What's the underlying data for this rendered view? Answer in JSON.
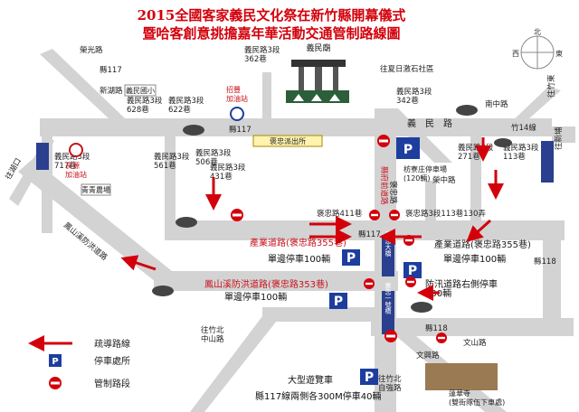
{
  "title": {
    "line1": "2015全國客家義民文化祭在新竹縣開幕儀式",
    "line2": "暨哈客創意挑擔嘉年華活動交通管制路線圖"
  },
  "compass": {
    "north": "北",
    "west": "西",
    "east": "東"
  },
  "roads": {
    "rongguang": "榮光路",
    "xian117_nw": "縣117",
    "xinhu": "新湖路",
    "yimin_3_628": "義民路3段\n628巷",
    "yimin_3_622": "義民路3段\n622巷",
    "yimin_3_362": "義民路3段\n362巷",
    "yimin_3_342": "義民路3段\n342巷",
    "yimin_3_506": "義民路3段\n506巷",
    "yimin_3_431": "義民路3段\n431巷",
    "yimin_3_561": "義民路3段\n561巷",
    "yimin_3_717": "義民路3段\n717巷",
    "yimin_3_271": "義民路3段\n271巷",
    "yimin_3_113": "義民路3段\n113巷",
    "yimin_road": "義　民　路",
    "xian117_mid": "縣117",
    "zhu14": "竹14線",
    "nanyang": "南中路",
    "rongzhong": "榮中路",
    "baozhong_411": "褒忠路411巷",
    "baozhong_113_130": "褒忠路3段113巷130弄",
    "xian117_c": "縣117",
    "chanye_w": "產業道路(褒忠路355巷)",
    "chanye_e": "產業道路(褒忠路355巷)",
    "fengshan": "鳳山溪防洪道路",
    "fengshan_353": "鳳山溪防洪道路(褒忠路353巷)",
    "xian118_e": "縣118",
    "xian118_s": "縣118",
    "wenshan": "文山路",
    "wenxing": "文興路",
    "zhongbei": "往竹北\n中山路",
    "hukou": "往湖口",
    "zhudong": "往竹東",
    "zhonghua": "往竹北\n自強路",
    "xinpu": "往新埔",
    "sanxing_ed": "往夏日激石社區",
    "baozhong_bridge": "褒忠大橋",
    "baozhong_yihao": "褒忠一號橋",
    "baozhong_ave": "褒忠路",
    "yimin_river_road": "縣府前道路",
    "baozhong_vert": "褒忠路"
  },
  "places": {
    "yimin_temple_sign": "義民廟",
    "yimin_elem": "義民國小",
    "changyuan": "長源\n加油站",
    "zhaoxiang": "招豐\n加油站",
    "pick_station": "褒忠派出所",
    "fangzheng_lot": "枋寮庄停車場\n(120輛)",
    "dapo_market": "蓮華寺\n(雙街隊伍下車處)",
    "yimin_temple_top": "義民廟",
    "qingqing": "青青農場"
  },
  "parking": {
    "chanye_w_lot": "單邊停車100輛",
    "chanye_e_lot": "單邊停車100輛",
    "fengshan_lot": "單邊停車100輛",
    "fanghong_lot": "防汛道路右側停車\n100輛",
    "bus_lot_title": "大型遊覽車",
    "bus_lot_sub": "縣117線兩側各300M停車40輛",
    "bus_p_label": "P"
  },
  "legend": {
    "route": "疏導路線",
    "parking": "停車處所",
    "control": "管制路段"
  },
  "colors": {
    "road": "#d2d2d2",
    "road_edge": "#b8b8b8",
    "arrow": "#d3000b",
    "blue": "#1d3e9e",
    "river_label_bg": "#2a3f8f",
    "title": "#d3000b"
  }
}
